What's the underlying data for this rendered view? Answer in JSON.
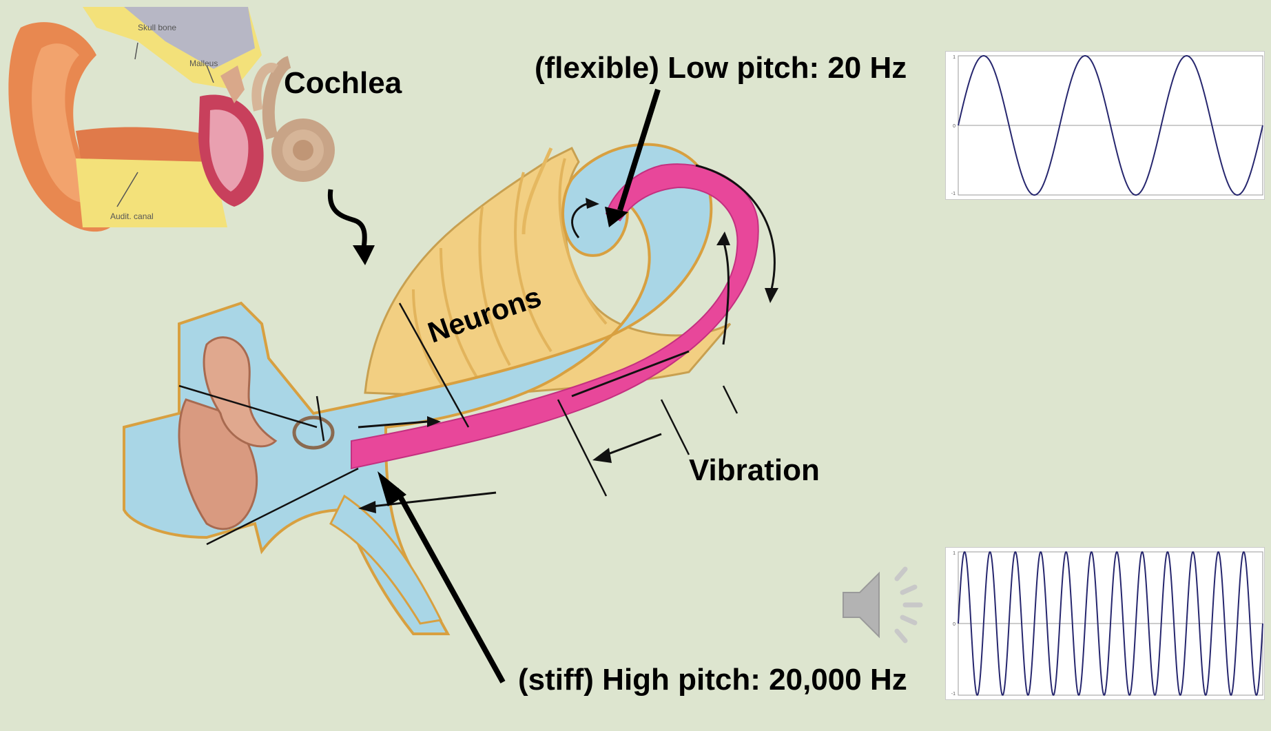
{
  "labels": {
    "cochlea": "Cochlea",
    "low_pitch": "(flexible) Low pitch: 20 Hz",
    "high_pitch": "(stiff) High pitch: 20,000 Hz",
    "neurons": "Neurons",
    "vibration": "Vibration"
  },
  "inset_labels": {
    "skull_bone": "Skull bone",
    "malleus": "Malleus",
    "auditory_canal": "Audit. canal"
  },
  "colors": {
    "background": "#dde5cf",
    "fluid": "#a9d6e6",
    "basilar_membrane": "#e8479a",
    "neurons": "#f2cf82",
    "bone": "#d99a80",
    "wave": "#26266e"
  },
  "icons": {
    "speaker": "speaker-icon",
    "curved_arrow": "curved-arrow-icon"
  },
  "chart_data": [
    {
      "type": "line",
      "name": "low-frequency-wave",
      "cycles": 3,
      "ylim": [
        -1,
        1
      ],
      "y_ticks": [
        "1",
        "0",
        "-1"
      ]
    },
    {
      "type": "line",
      "name": "high-frequency-wave",
      "cycles": 12,
      "ylim": [
        -1,
        1
      ],
      "y_ticks": [
        "1",
        "0",
        "-1"
      ]
    }
  ]
}
